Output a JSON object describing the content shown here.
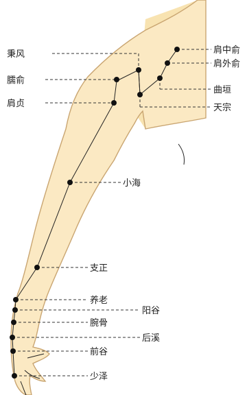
{
  "points": [
    {
      "id": "jianzhongshu",
      "label": "肩中俞"
    },
    {
      "id": "bingfeng",
      "label": "秉风"
    },
    {
      "id": "jianwaishu",
      "label": "肩外俞"
    },
    {
      "id": "naoshu",
      "label": "臑俞"
    },
    {
      "id": "quyuan",
      "label": "曲垣"
    },
    {
      "id": "jianzhen",
      "label": "肩贞"
    },
    {
      "id": "tianzong",
      "label": "天宗"
    },
    {
      "id": "xiaohai",
      "label": "小海"
    },
    {
      "id": "zhizheng",
      "label": "支正"
    },
    {
      "id": "yanglao",
      "label": "养老"
    },
    {
      "id": "yanggu",
      "label": "阳谷"
    },
    {
      "id": "wangu",
      "label": "腕骨"
    },
    {
      "id": "houxi",
      "label": "后溪"
    },
    {
      "id": "qiangu",
      "label": "前谷"
    },
    {
      "id": "shaoze",
      "label": "少泽"
    }
  ]
}
